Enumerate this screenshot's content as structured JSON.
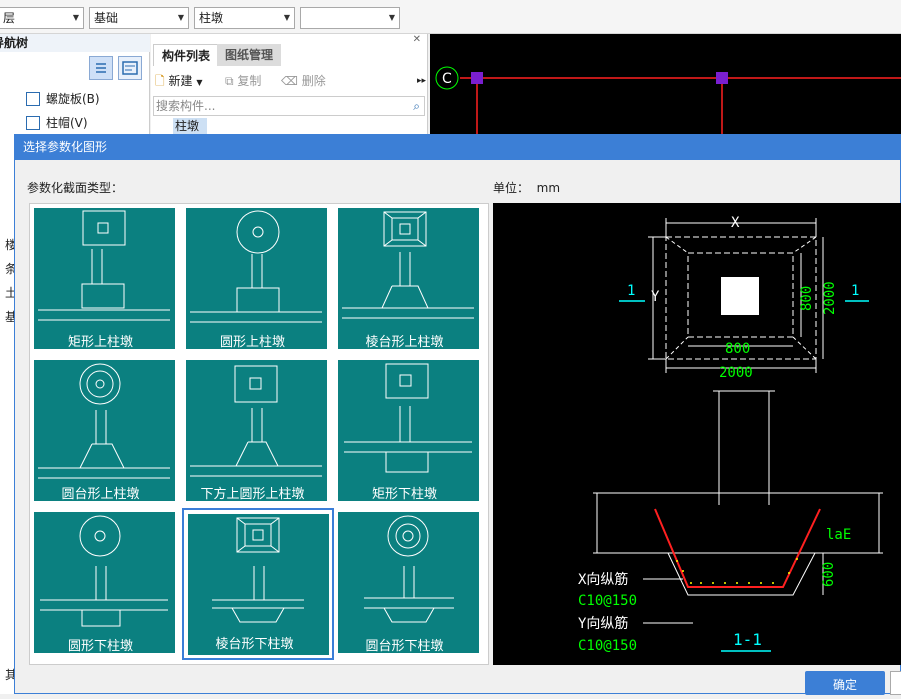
{
  "toolbar": {
    "combos": [
      {
        "value": "层"
      },
      {
        "value": "基础"
      },
      {
        "value": "柱墩"
      },
      {
        "value": ""
      }
    ]
  },
  "nav": {
    "title": "导航树",
    "items": [
      {
        "label": "螺旋板(B)"
      },
      {
        "label": "柱帽(V)"
      }
    ]
  },
  "components": {
    "tabs": [
      {
        "label": "构件列表"
      },
      {
        "label": "图纸管理"
      }
    ],
    "new_label": "新建",
    "copy_label": "复制",
    "delete_label": "删除",
    "search_placeholder": "搜索构件...",
    "selected_item": "柱墩"
  },
  "cad_top": {
    "axis_label": "C"
  },
  "left_strip": [
    "楼",
    "条",
    "土",
    "基",
    "其"
  ],
  "dialog": {
    "title": "选择参数化图形",
    "section_label": "参数化截面类型：",
    "unit_label": "单位：",
    "unit_value": "mm",
    "ok_label": "确定",
    "selected_index": 7,
    "shapes": [
      {
        "label": "矩形上柱墩"
      },
      {
        "label": "圆形上柱墩"
      },
      {
        "label": "棱台形上柱墩"
      },
      {
        "label": "圆台形上柱墩"
      },
      {
        "label": "下方上圆形上柱墩"
      },
      {
        "label": "矩形下柱墩"
      },
      {
        "label": "圆形下柱墩"
      },
      {
        "label": "棱台形下柱墩"
      },
      {
        "label": "圆台形下柱墩"
      }
    ]
  },
  "preview": {
    "x_label": "X",
    "y_label": "Y",
    "dim_800_h": "800",
    "dim_800_v": "800",
    "dim_2000_h": "2000",
    "dim_2000_v": "2000",
    "section_mark_left": "1",
    "section_mark_right": "1",
    "lae_label": "laE",
    "dim_600": "600",
    "x_rebar_label": "X向纵筋",
    "x_rebar_value": "C10@150",
    "y_rebar_label": "Y向纵筋",
    "y_rebar_value": "C10@150",
    "section_title": "1-1",
    "colors": {
      "dim": "#00ff00",
      "mark": "#00ffff",
      "rebar": "#ff2020",
      "line": "#ffffff"
    }
  }
}
